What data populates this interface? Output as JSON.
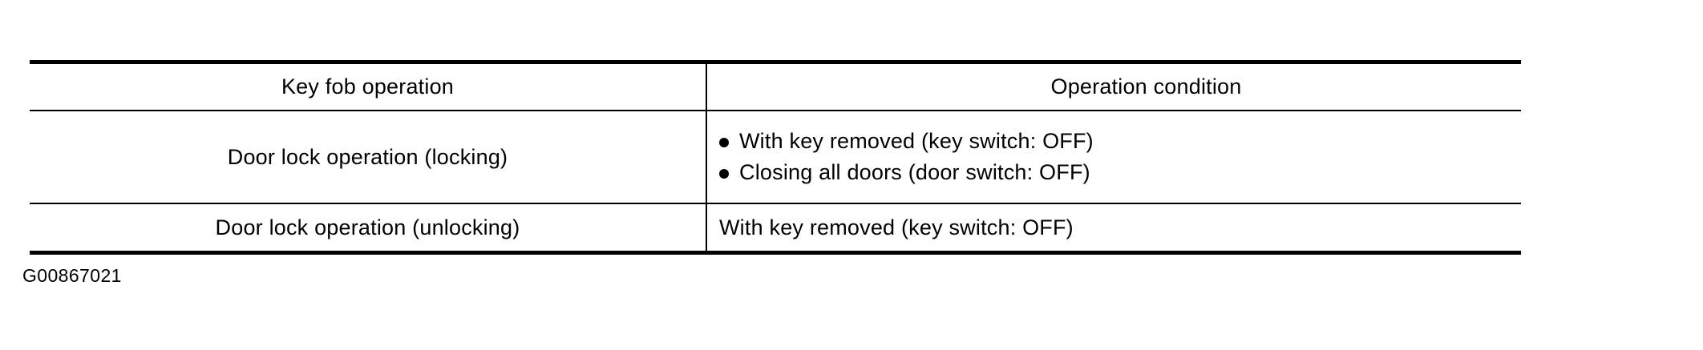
{
  "table": {
    "columns": [
      "Key fob operation",
      "Operation condition"
    ],
    "rows": [
      {
        "operation": "Door lock operation (locking)",
        "conditions": [
          {
            "bullet": true,
            "text": "With key removed (key switch: OFF)"
          },
          {
            "bullet": true,
            "text": "Closing all doors (door switch: OFF)"
          }
        ]
      },
      {
        "operation": "Door lock operation (unlocking)",
        "conditions": [
          {
            "bullet": false,
            "text": "With key removed (key switch: OFF)"
          }
        ]
      }
    ]
  },
  "caption": "G00867021",
  "colors": {
    "ink": "#000000",
    "page": "#ffffff"
  }
}
